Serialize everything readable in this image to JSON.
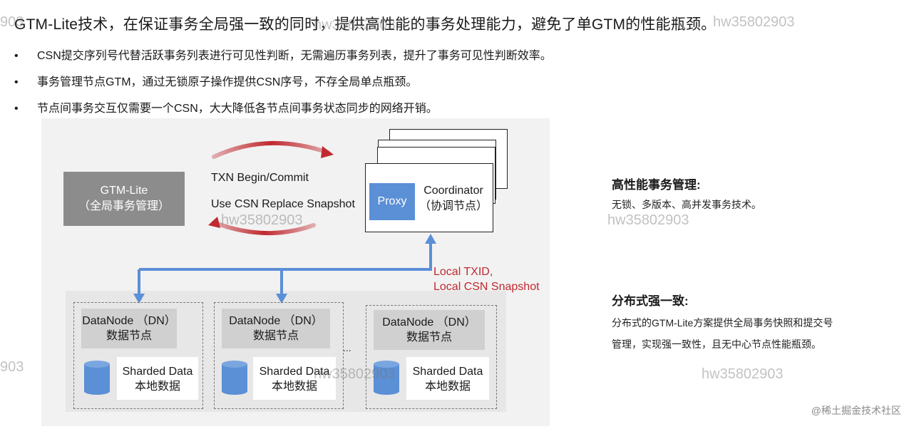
{
  "title": "GTM-Lite技术，在保证事务全局强一致的同时，提供高性能的事务处理能力，避免了单GTM的性能瓶颈。",
  "bullets": [
    "CSN提交序列号代替活跃事务列表进行可见性判断，无需遍历事务列表，提升了事务可见性判断效率。",
    "事务管理节点GTM，通过无锁原子操作提供CSN序号，不存全局单点瓶颈。",
    "节点间事务交互仅需要一个CSN，大大降低各节点间事务状态同步的网络开销。"
  ],
  "bullet_symbol": "•",
  "diagram": {
    "gtm": {
      "line1": "GTM-Lite",
      "line2": "（全局事务管理）"
    },
    "txn_line1": "TXN Begin/Commit",
    "txn_line2": "Use CSN Replace Snapshot",
    "proxy": "Proxy",
    "coordinator": {
      "line1": "Coordinator",
      "line2": "（协调节点）"
    },
    "local": {
      "line1": "Local TXID,",
      "line2": "Local CSN Snapshot"
    },
    "datanodes": [
      {
        "head1": "DataNode （DN）",
        "head2": "数据节点",
        "data1": "Sharded Data",
        "data2": "本地数据"
      },
      {
        "head1": "DataNode （DN）",
        "head2": "数据节点",
        "data1": "Sharded Data",
        "data2": "本地数据"
      },
      {
        "head1": "DataNode （DN）",
        "head2": "数据节点",
        "data1": "Sharded Data",
        "data2": "本地数据"
      }
    ],
    "ellipsis": "..."
  },
  "side": {
    "perf_head": "高性能事务管理:",
    "perf_body": "无锁、多版本、高并发事务技术。",
    "consist_head": "分布式强一致:",
    "consist_body1": "分布式的GTM-Lite方案提供全局事务快照和提交号",
    "consist_body2": "管理，实现强一致性，且无中心节点性能瓶颈。"
  },
  "watermark": "hw35802903",
  "watermark_partial_left1": "903",
  "watermark_partial_left2": "903",
  "footer": "@稀土掘金技术社区",
  "colors": {
    "proxy": "#5b8fd6",
    "arrow": "#5b8fd6",
    "red": "#c0292f",
    "gtm": "#8c8c8c"
  }
}
